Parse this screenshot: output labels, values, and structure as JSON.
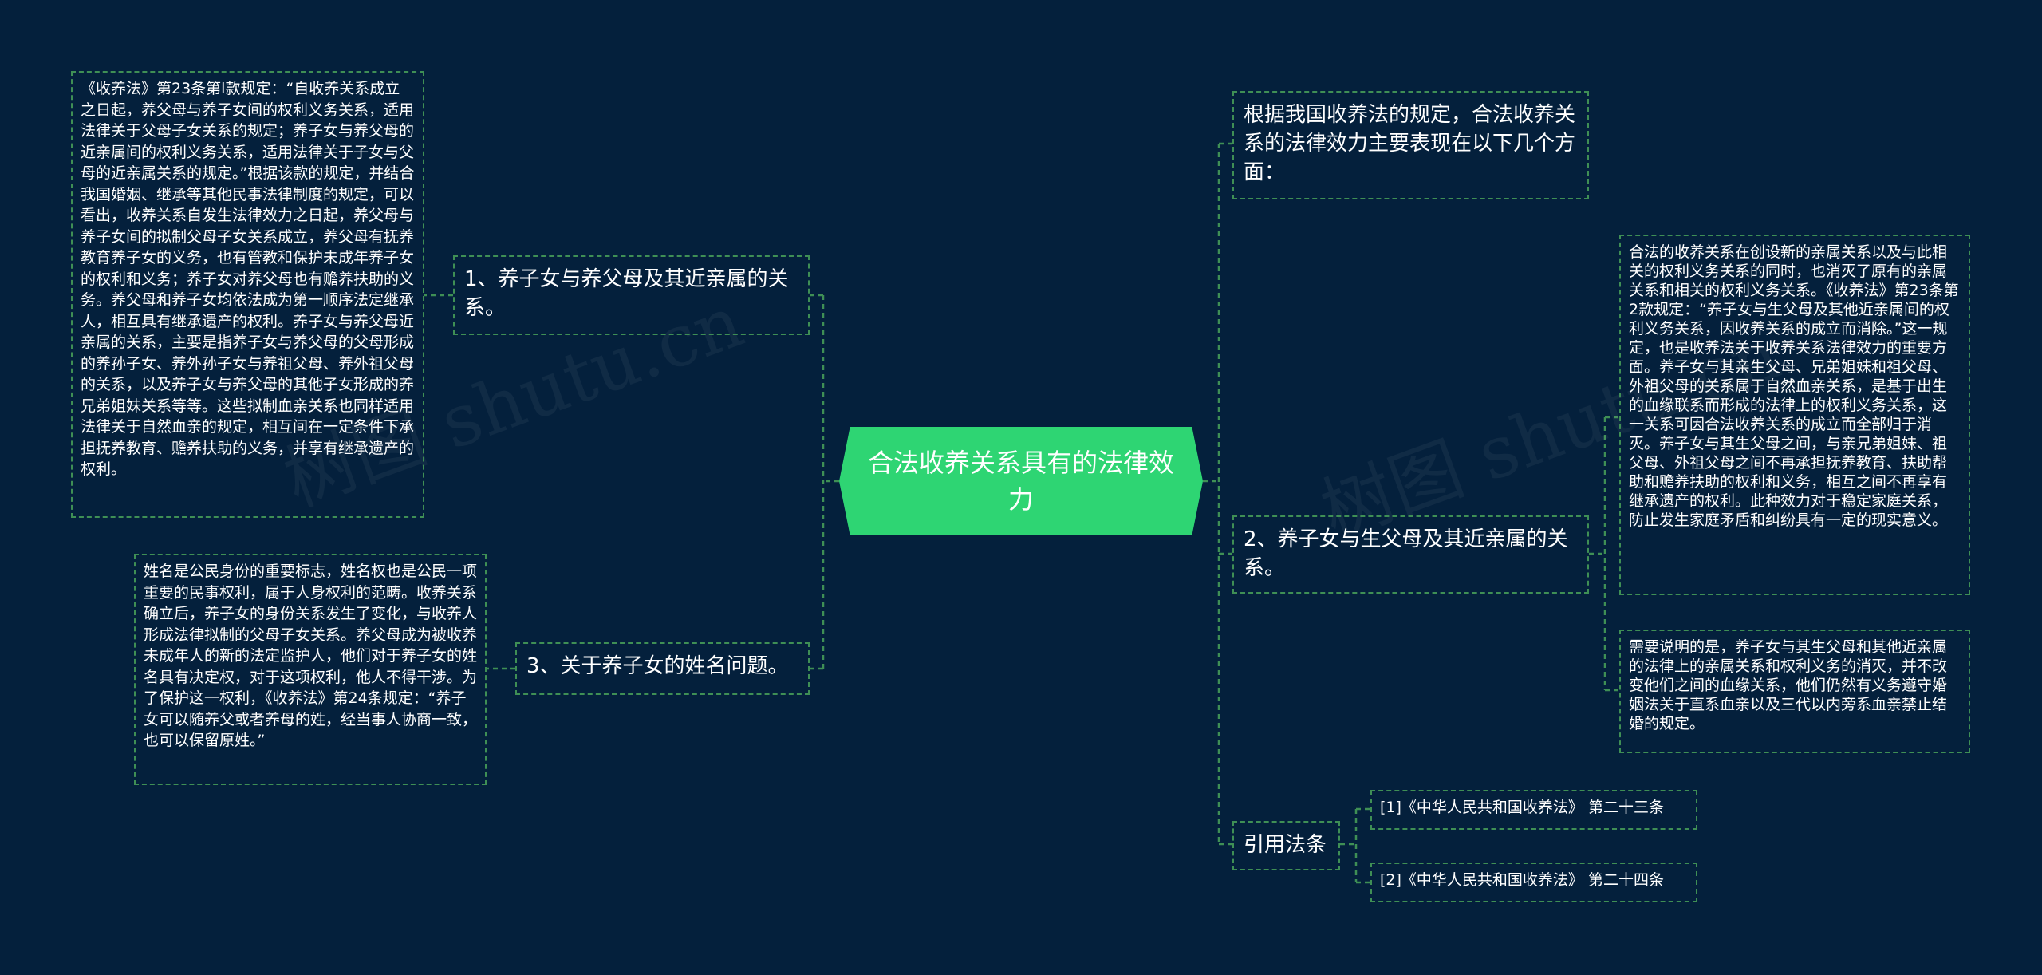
{
  "center": {
    "label": "合法收养关系具有的法律效力"
  },
  "watermark": {
    "text": "树图 shutu.cn"
  },
  "right": {
    "intro": "根据我国收养法的规定，合法收养关系的法律效力主要表现在以下几个方面：",
    "branch2": {
      "label": "2、养子女与生父母及其近亲属的关系。",
      "detail1": "合法的收养关系在创设新的亲属关系以及与此相关的权利义务关系的同时，也消灭了原有的亲属关系和相关的权利义务关系。《收养法》第23条第2款规定：“养子女与生父母及其他近亲属间的权利义务关系，因收养关系的成立而消除。”这一规定，也是收养法关于收养关系法律效力的重要方面。养子女与其亲生父母、兄弟姐妹和祖父母、外祖父母的关系属于自然血亲关系，是基于出生的血缘联系而形成的法律上的权利义务关系，这一关系可因合法收养关系的成立而全部归于消灭。养子女与其生父母之间，与亲兄弟姐妹、祖父母、外祖父母之间不再承担抚养教育、扶助帮助和赡养扶助的权利和义务，相互之间不再享有继承遗产的权利。此种效力对于稳定家庭关系，防止发生家庭矛盾和纠纷具有一定的现实意义。",
      "detail2": "需要说明的是，养子女与其生父母和其他近亲属的法律上的亲属关系和权利义务的消灭，并不改变他们之间的血缘关系，他们仍然有义务遵守婚姻法关于直系血亲以及三代以内旁系血亲禁止结婚的规定。"
    },
    "citation": {
      "label": "引用法条",
      "refs": [
        "[1]《中华人民共和国收养法》 第二十三条",
        "[2]《中华人民共和国收养法》 第二十四条"
      ]
    }
  },
  "left": {
    "branch1": {
      "label": "1、养子女与养父母及其近亲属的关系。",
      "detail": "《收养法》第23条第l款规定：“自收养关系成立之日起，养父母与养子女间的权利义务关系，适用法律关于父母子女关系的规定；养子女与养父母的近亲属间的权利义务关系，适用法律关于子女与父母的近亲属关系的规定。”根据该款的规定，并结合我国婚姻、继承等其他民事法律制度的规定，可以看出，收养关系自发生法律效力之日起，养父母与养子女间的拟制父母子女关系成立，养父母有抚养教育养子女的义务，也有管教和保护未成年养子女的权利和义务；养子女对养父母也有赡养扶助的义务。养父母和养子女均依法成为第一顺序法定继承人，相互具有继承遗产的权利。养子女与养父母近亲属的关系，主要是指养子女与养父母的父母形成的养孙子女、养外孙子女与养祖父母、养外祖父母的关系，以及养子女与养父母的其他子女形成的养兄弟姐妹关系等等。这些拟制血亲关系也同样适用法律关于自然血亲的规定，相互间在一定条件下承担抚养教育、赡养扶助的义务，并享有继承遗产的权利。"
    },
    "branch3": {
      "label": "3、关于养子女的姓名问题。",
      "detail": "姓名是公民身份的重要标志，姓名权也是公民一项重要的民事权利，属于人身权利的范畴。收养关系确立后，养子女的身份关系发生了变化，与收养人形成法律拟制的父母子女关系。养父母成为被收养未成年人的新的法定监护人，他们对于养子女的姓名具有决定权，对于这项权利，他人不得干涉。为了保护这一权利，《收养法》第24条规定：“养子女可以随养父或者养母的姓，经当事人协商一致，也可以保留原姓。”"
    }
  },
  "colors": {
    "background": "#04203c",
    "center": "#2ed573",
    "connector": "#3f8f55",
    "border": "#3f8f55",
    "text": "#ffffff"
  }
}
